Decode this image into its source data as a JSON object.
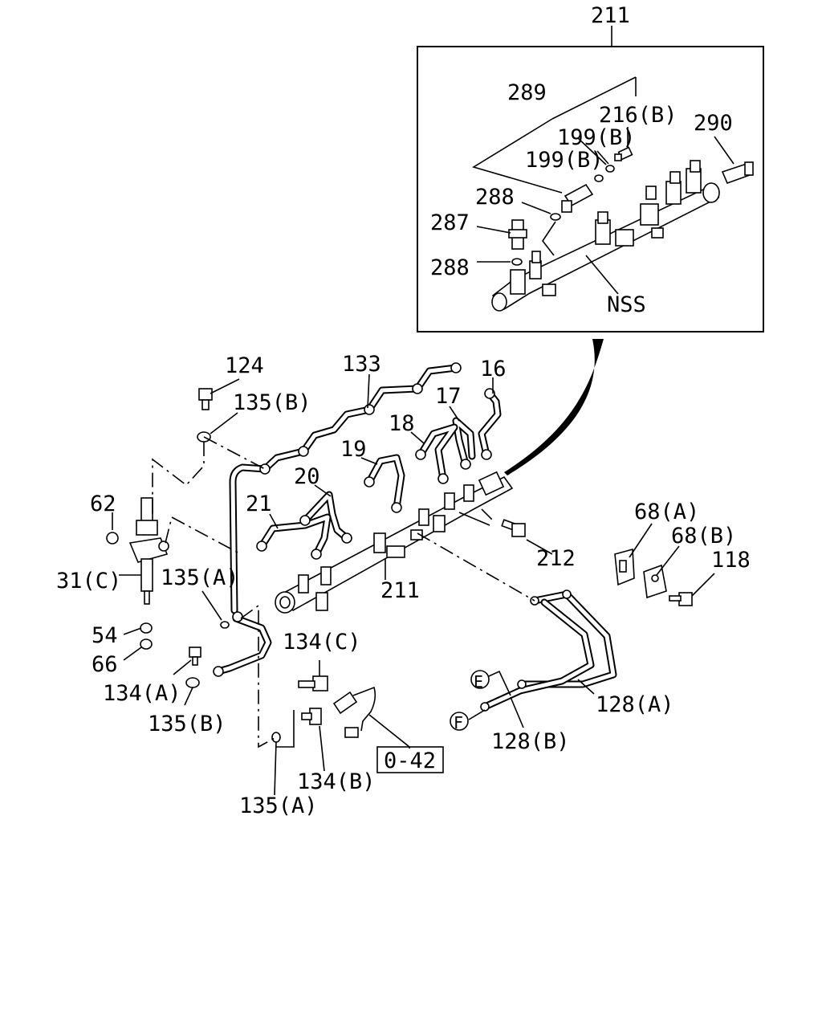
{
  "labels": {
    "l211_top": "211",
    "l289": "289",
    "l216b": "216(B)",
    "l290": "290",
    "l199b_1": "199(B)",
    "l199b_2": "199(B)",
    "l288_1": "288",
    "l287": "287",
    "l288_2": "288",
    "lnss": "NSS",
    "l124": "124",
    "l133": "133",
    "l16": "16",
    "l135b_1": "135(B)",
    "l17": "17",
    "l18": "18",
    "l19": "19",
    "l20": "20",
    "l21": "21",
    "l62": "62",
    "l31c": "31(C)",
    "l135a_1": "135(A)",
    "l211_mid": "211",
    "l212": "212",
    "l68a": "68(A)",
    "l68b": "68(B)",
    "l118": "118",
    "l54": "54",
    "l66": "66",
    "l134c": "134(C)",
    "l134a": "134(A)",
    "l135b_2": "135(B)",
    "lE": "E",
    "lF": "F",
    "l128a": "128(A)",
    "l128b": "128(B)",
    "l042": "0-42",
    "l134b": "134(B)",
    "l135a_2": "135(A)"
  }
}
